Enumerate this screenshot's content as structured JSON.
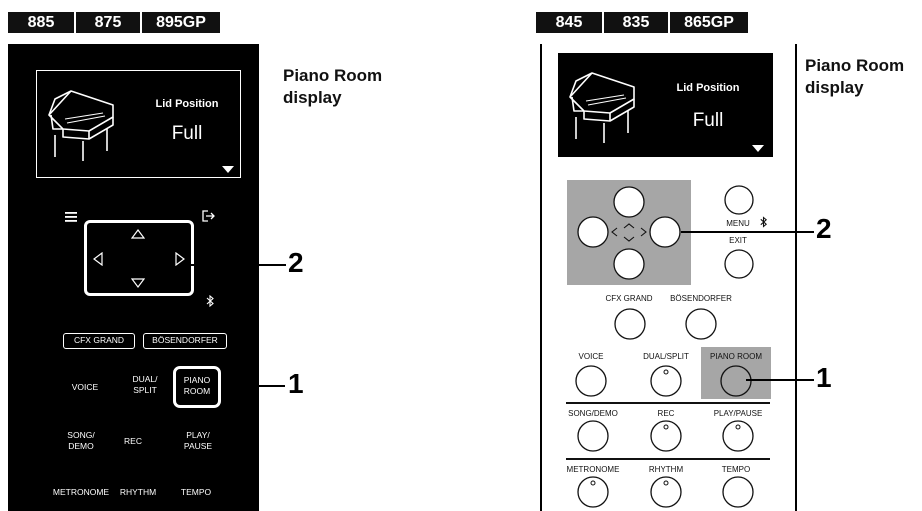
{
  "left": {
    "models": [
      "885",
      "875",
      "895GP"
    ],
    "caption": [
      "Piano Room",
      "display"
    ],
    "screen": {
      "title": "Lid Position",
      "value": "Full"
    },
    "callouts": [
      "2",
      "1"
    ],
    "buttons": {
      "cfx": "CFX GRAND",
      "bosendorfer": "BÖSENDORFER",
      "voice": "VOICE",
      "dual_split": [
        "DUAL/",
        "SPLIT"
      ],
      "piano_room": [
        "PIANO",
        "ROOM"
      ],
      "song_demo": [
        "SONG/",
        "DEMO"
      ],
      "rec": "REC",
      "play_pause": [
        "PLAY/",
        "PAUSE"
      ],
      "metronome": "METRONOME",
      "rhythm": "RHYTHM",
      "tempo": "TEMPO"
    }
  },
  "right": {
    "models": [
      "845",
      "835",
      "865GP"
    ],
    "caption": [
      "Piano Room",
      "display"
    ],
    "screen": {
      "title": "Lid Position",
      "value": "Full"
    },
    "callouts": [
      "2",
      "1"
    ],
    "buttons": {
      "menu": "MENU",
      "exit": "EXIT",
      "cfx": "CFX GRAND",
      "bosendorfer": "BÖSENDORFER",
      "voice": "VOICE",
      "dual_split": "DUAL/SPLIT",
      "piano_room": "PIANO ROOM",
      "song_demo": "SONG/DEMO",
      "rec": "REC",
      "play_pause": "PLAY/PAUSE",
      "metronome": "METRONOME",
      "rhythm": "RHYTHM",
      "tempo": "TEMPO"
    }
  },
  "colors": {
    "panel_dark": "#000000",
    "highlight_gray": "#a6a6a6",
    "tag_bg": "#111111"
  },
  "icons": [
    "piano-icon",
    "menu-icon",
    "exit-icon",
    "bluetooth-icon",
    "triangle-up-icon",
    "triangle-down-icon",
    "triangle-left-icon",
    "triangle-right-icon",
    "dropdown-arrow-icon"
  ]
}
